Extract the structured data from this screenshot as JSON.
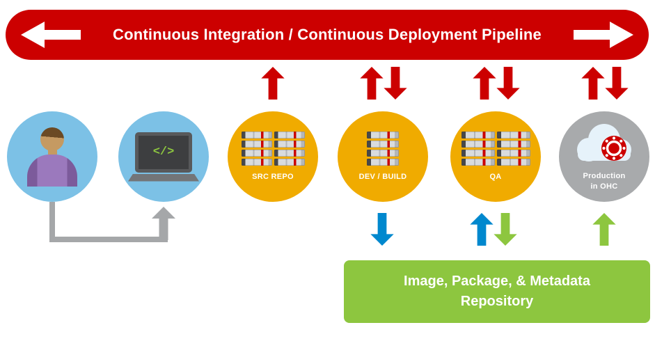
{
  "banner": {
    "title": "Continuous Integration / Continuous Deployment Pipeline"
  },
  "nodes": [
    {
      "id": "developer",
      "icon": "person-icon"
    },
    {
      "id": "workstation",
      "icon": "laptop-icon",
      "code": "</>"
    },
    {
      "id": "src-repo",
      "icon": "server-stack-icon",
      "label": "SRC REPO"
    },
    {
      "id": "dev-build",
      "icon": "server-stack-icon",
      "label": "DEV / BUILD"
    },
    {
      "id": "qa",
      "icon": "server-stack-icon",
      "label": "QA"
    },
    {
      "id": "production",
      "icon": "cloud-openshift-icon",
      "label_line1": "Production",
      "label_line2": "in OHC"
    }
  ],
  "repository": {
    "line1": "Image, Package, & Metadata",
    "line2": "Repository"
  },
  "colors": {
    "banner_red": "#cc0000",
    "arrow_red": "#cc0000",
    "arrow_blue": "#0088ce",
    "arrow_green": "#8dc63f",
    "arrow_gray": "#a5a7a9",
    "circle_blue": "#7cc1e6",
    "circle_amber": "#f0ab00",
    "circle_gray": "#a8aaac",
    "repo_green": "#8dc63f"
  }
}
